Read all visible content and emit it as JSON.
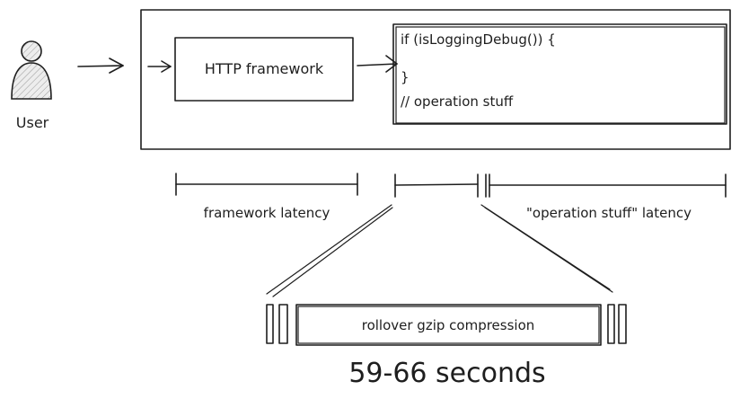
{
  "actor": {
    "label": "User"
  },
  "framework_box": {
    "label": "HTTP framework"
  },
  "code_box": {
    "line1": "if (isLoggingDebug()) {",
    "line2": "}",
    "line3": "// operation stuff"
  },
  "latency": {
    "framework_label": "framework latency",
    "operation_label": "\"operation stuff\" latency"
  },
  "zoom": {
    "detail_label": "rollover gzip compression",
    "duration_label": "59-66 seconds"
  }
}
